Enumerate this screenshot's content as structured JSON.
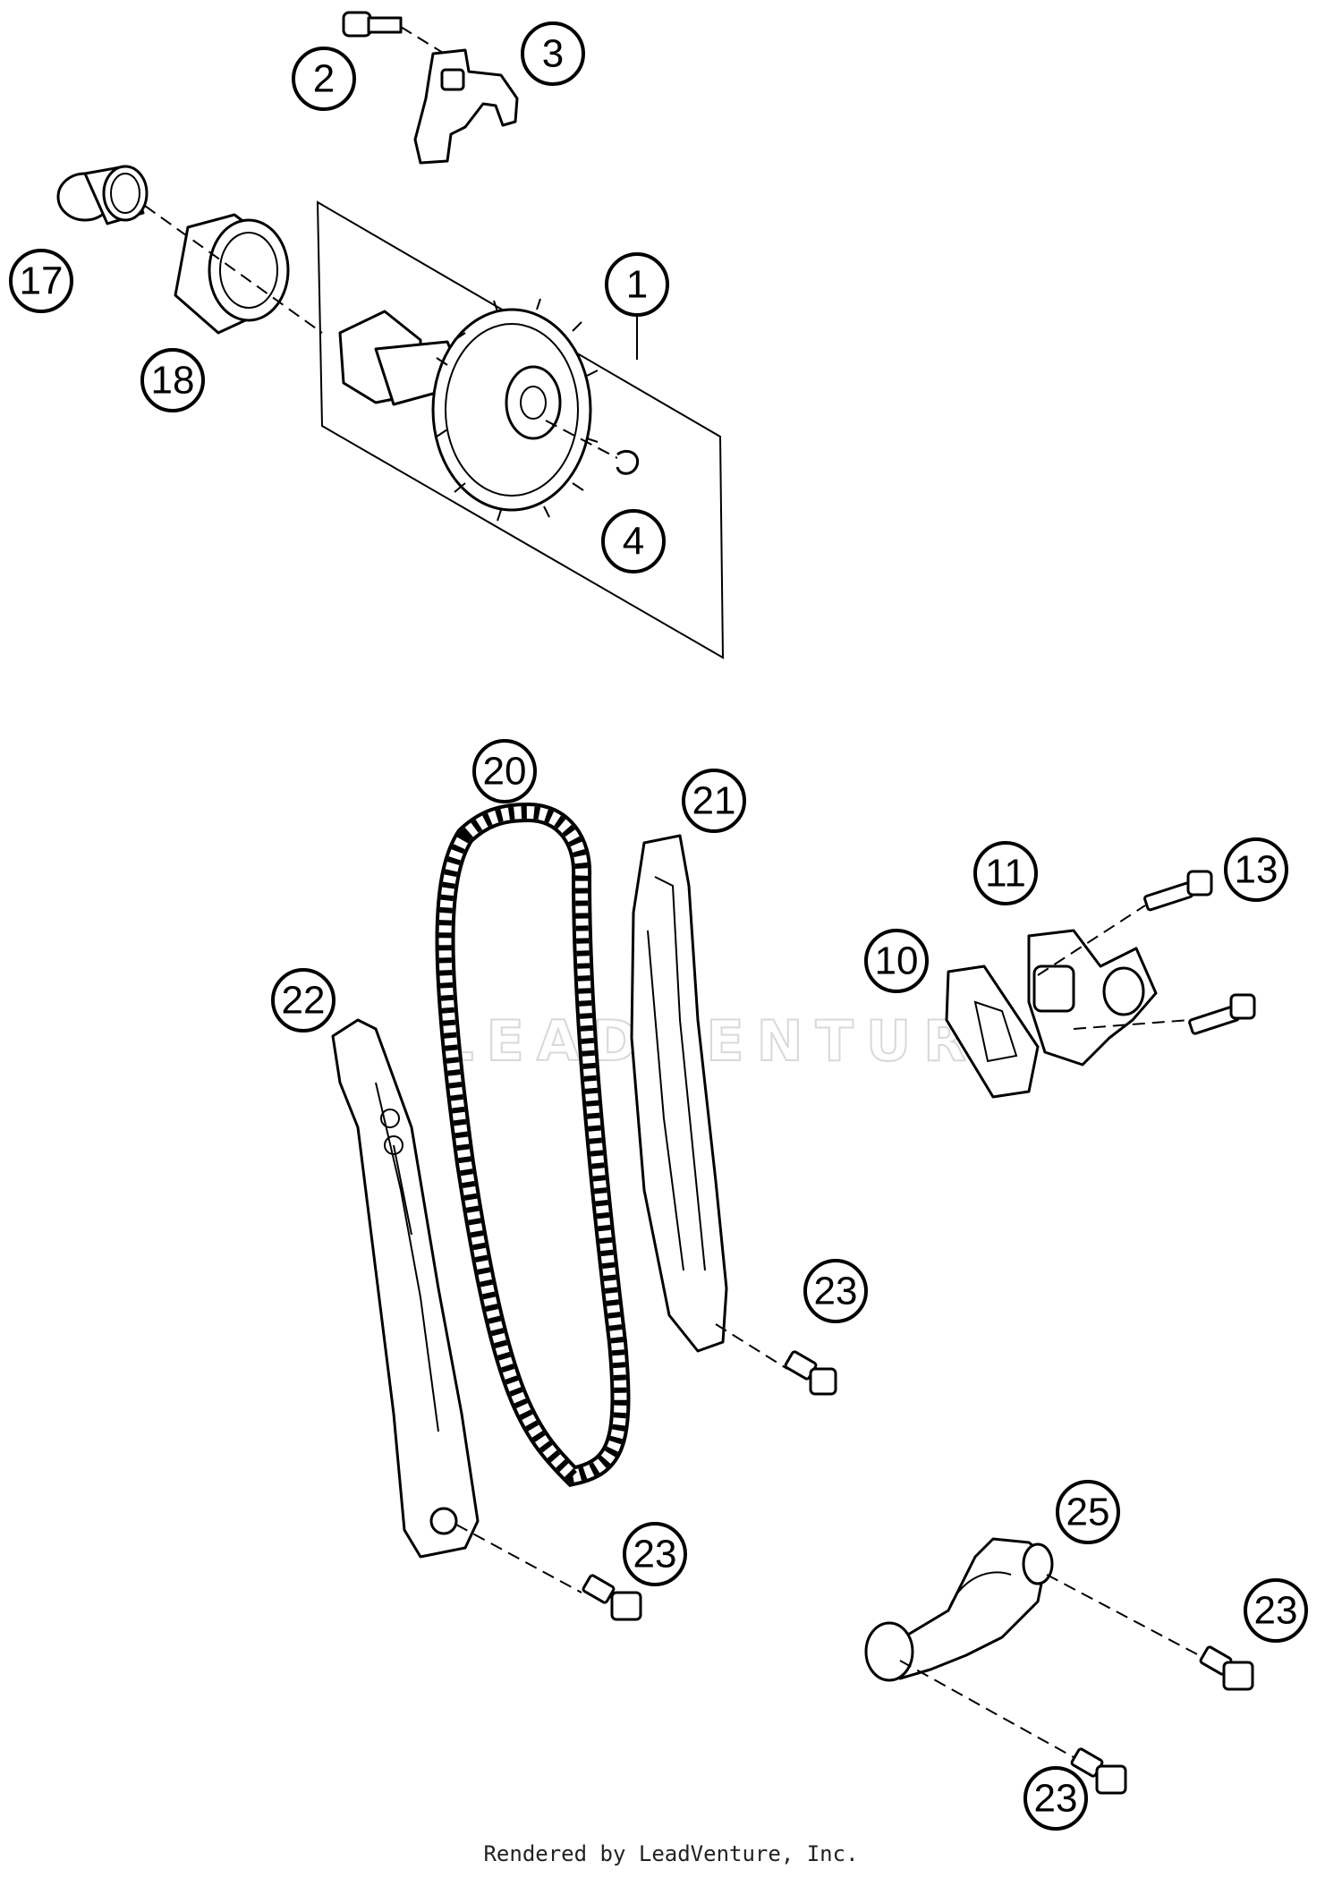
{
  "watermark": "LEADVENTURE",
  "footer": "Rendered by LeadVenture, Inc.",
  "callouts": {
    "c1": "1",
    "c2": "2",
    "c3": "3",
    "c4": "4",
    "c10": "10",
    "c11": "11",
    "c13": "13",
    "c17": "17",
    "c18": "18",
    "c20": "20",
    "c21": "21",
    "c22": "22",
    "c23a": "23",
    "c23b": "23",
    "c23c": "23",
    "c23d": "23",
    "c25": "25"
  }
}
